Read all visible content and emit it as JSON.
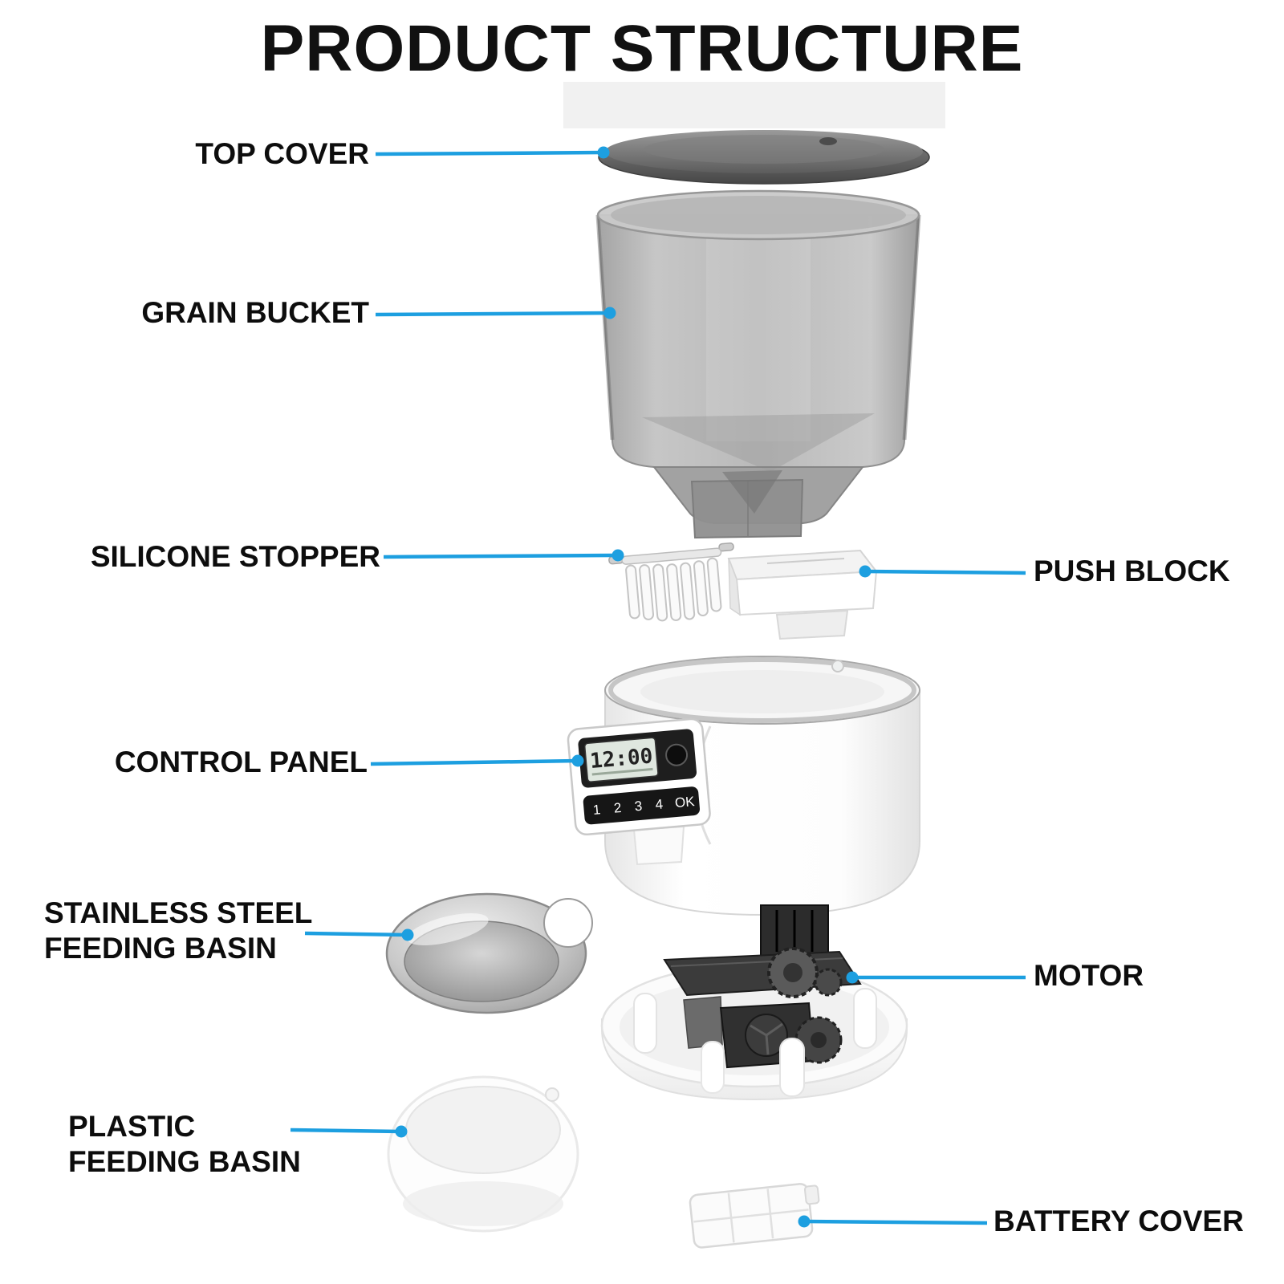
{
  "title": "PRODUCT STRUCTURE",
  "accent_color": "#1d9fe0",
  "labels": {
    "top_cover": "TOP COVER",
    "grain_bucket": "GRAIN BUCKET",
    "silicone_stopper": "SILICONE STOPPER",
    "push_block": "PUSH BLOCK",
    "control_panel": "CONTROL PANEL",
    "stainless_basin": {
      "line1": "STAINLESS STEEL",
      "line2": "FEEDING BASIN"
    },
    "motor": "MOTOR",
    "plastic_basin": {
      "line1": "PLASTIC",
      "line2": "FEEDING BASIN"
    },
    "battery_cover": "BATTERY COVER"
  },
  "control_panel_display": {
    "time": "12:00",
    "buttons": [
      "1",
      "2",
      "3",
      "4",
      "OK"
    ]
  }
}
